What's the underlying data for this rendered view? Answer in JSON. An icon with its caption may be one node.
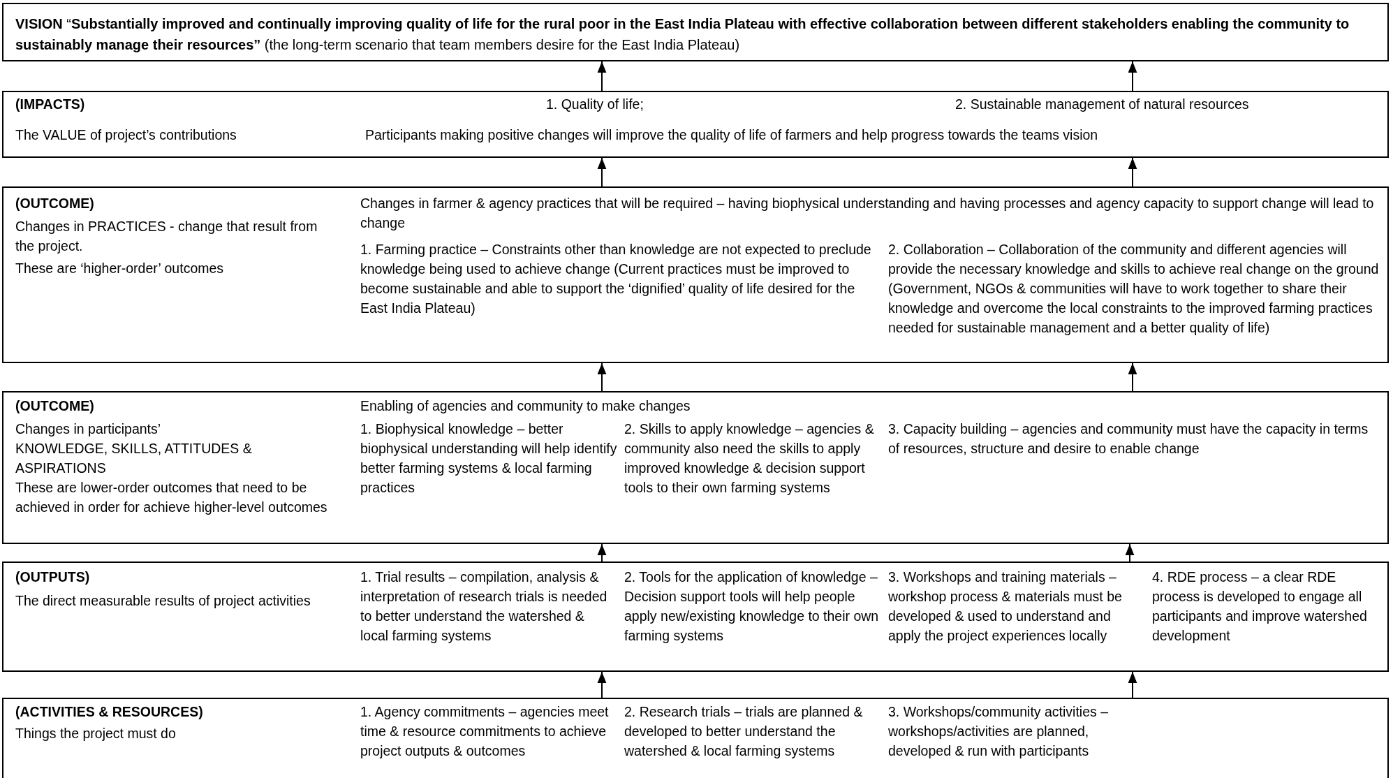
{
  "diagram": {
    "nodes": [
      {
        "text": [
          "**VISION** “**Substantially improved and continually improving quality of life for the rural poor in the East India Plateau with effective collaboration between different stakeholders enabling the community to sustainably manage their resources”** (the long-term scenario that team members desire for the East India Plateau)"
        ]
      },
      {
        "text": [
          "(IMPACTS)",
          "1. Quality of life;",
          "2. Sustainable management of natural resources",
          "The VALUE of project’s contributions",
          "Participants making positive changes will improve the quality of life of farmers and help progress towards the teams vision"
        ]
      },
      {
        "text": [
          "(OUTCOME)",
          "Changes in farmer & agency practices that will be required – having  biophysical understanding and having processes and agency capacity to support change will lead to change",
          "Changes in PRACTICES - change that result from the project.",
          "1. Farming practice – Constraints other than knowledge are not expected to preclude knowledge being used to achieve change (Current practices must be improved to become sustainable and able to support the ‘dignified’ quality of life desired for the East India Plateau)",
          "2. Collaboration – Collaboration of the community and different agencies will provide the necessary knowledge and skills to achieve real change on the ground (Government, NGOs & communities will have to work together to share their knowledge and overcome the local constraints to the improved farming practices needed for sustainable management and a better quality of life)",
          "These are ‘higher-order’ outcomes"
        ]
      },
      {
        "text": [
          "(OUTCOME)",
          "Enabling of agencies and community to make changes",
          "Changes in participants’",
          "1. Biophysical knowledge – better biophysical understanding will help identify better farming systems & local farming practices",
          "2. Skills to apply knowledge – agencies & community also need the skills to apply improved knowledge & decision support tools to their own farming systems",
          "3. Capacity building – agencies and community must have the capacity in terms of resources, structure and desire to enable change",
          "KNOWLEDGE, SKILLS, ATTITUDES & ASPIRATIONS",
          "These are lower-order outcomes that need to be achieved in order for achieve higher-level outcomes"
        ]
      },
      {
        "text": [
          "(OUTPUTS)",
          "The direct measurable results of project activities",
          "1. Trial results – compilation, analysis & interpretation of research trials is needed to better understand the watershed & local farming systems",
          "2. Tools for the application of knowledge – Decision support tools will help people apply new/existing knowledge to their own farming systems",
          "3. Workshops and training materials – workshop process & materials must be developed & used to understand and apply the project experiences locally",
          "4. RDE process – a clear RDE process is developed to engage all participants and improve watershed development"
        ]
      },
      {
        "text": [
          "(ACTIVITIES & RESOURCES)",
          "Things the project must do",
          "1. Agency commitments – agencies meet time & resource commitments to achieve project outputs & outcomes",
          "2. Research trials – trials are planned & developed to better understand the watershed & local farming systems",
          "3. Workshops/community activities – workshops/activities are planned, developed & run with participants"
        ]
      }
    ],
    "edges": [
      {
        "from": 1,
        "to": 0,
        "arrow": "to"
      },
      {
        "from": 1,
        "to": 0,
        "arrow": "to"
      },
      {
        "from": 2,
        "to": 1,
        "arrow": "to"
      },
      {
        "from": 2,
        "to": 1,
        "arrow": "to"
      },
      {
        "from": 3,
        "to": 2,
        "arrow": "to"
      },
      {
        "from": 3,
        "to": 2,
        "arrow": "to"
      },
      {
        "from": 4,
        "to": 3,
        "arrow": "to"
      },
      {
        "from": 4,
        "to": 3,
        "arrow": "to"
      },
      {
        "from": 5,
        "to": 4,
        "arrow": "to"
      },
      {
        "from": 5,
        "to": 4,
        "arrow": "to"
      }
    ]
  }
}
